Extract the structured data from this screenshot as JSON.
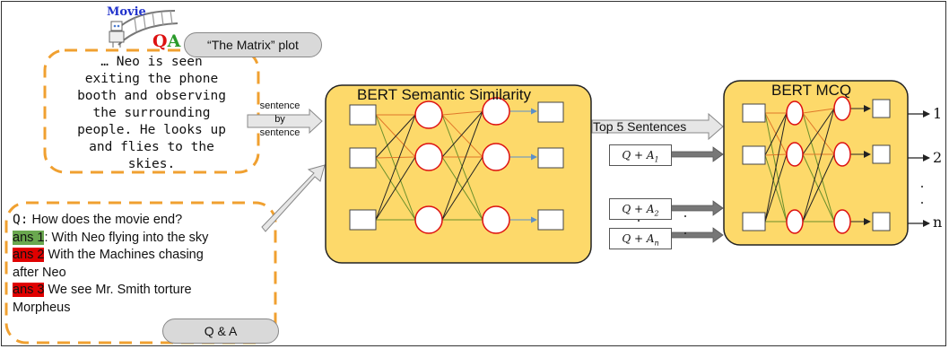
{
  "logo": {
    "word_movie": "Movie",
    "word_q": "Q",
    "word_a": "A"
  },
  "plot_pill": {
    "label": "“The Matrix” plot"
  },
  "plot_text": {
    "lines": [
      "… Neo is seen",
      "exiting the phone",
      "booth and observing",
      "the surrounding",
      "people. He looks up",
      "and flies to the",
      "skies."
    ]
  },
  "sentence_arrow": {
    "lines": [
      "sentence",
      "by",
      "sentence"
    ]
  },
  "qa": {
    "question_tag": "Q:",
    "question": " How does the movie end?",
    "answers": [
      {
        "tag": "ans 1",
        "text": ": With Neo flying into the sky",
        "status": "correct"
      },
      {
        "tag": "ans 2",
        "text": " With the Machines chasing",
        "continuation": "after Neo",
        "status": "wrong"
      },
      {
        "tag": "ans 3",
        "text": " We see Mr. Smith torture",
        "continuation": "Morpheus",
        "status": "wrong"
      }
    ]
  },
  "qa_pill": {
    "label": "Q & A"
  },
  "bert_similarity": {
    "title": "BERT Semantic Similarity"
  },
  "top5": {
    "label": "Top 5 Sentences"
  },
  "qa_inputs": [
    {
      "q": "Q",
      "plus": " + ",
      "a": "A",
      "sub": "1"
    },
    {
      "q": "Q",
      "plus": " + ",
      "a": "A",
      "sub": "2"
    },
    {
      "q": "Q",
      "plus": " + ",
      "a": "A",
      "sub": "n"
    }
  ],
  "bert_mcq": {
    "title": "BERT MCQ"
  },
  "outputs": [
    "1",
    "2",
    "n"
  ],
  "colors": {
    "panel": "#fdd96a",
    "dashed_border": "#f0a030",
    "node_border": "#dd1111",
    "correct": "#6aa84f",
    "wrong": "#e00000"
  }
}
